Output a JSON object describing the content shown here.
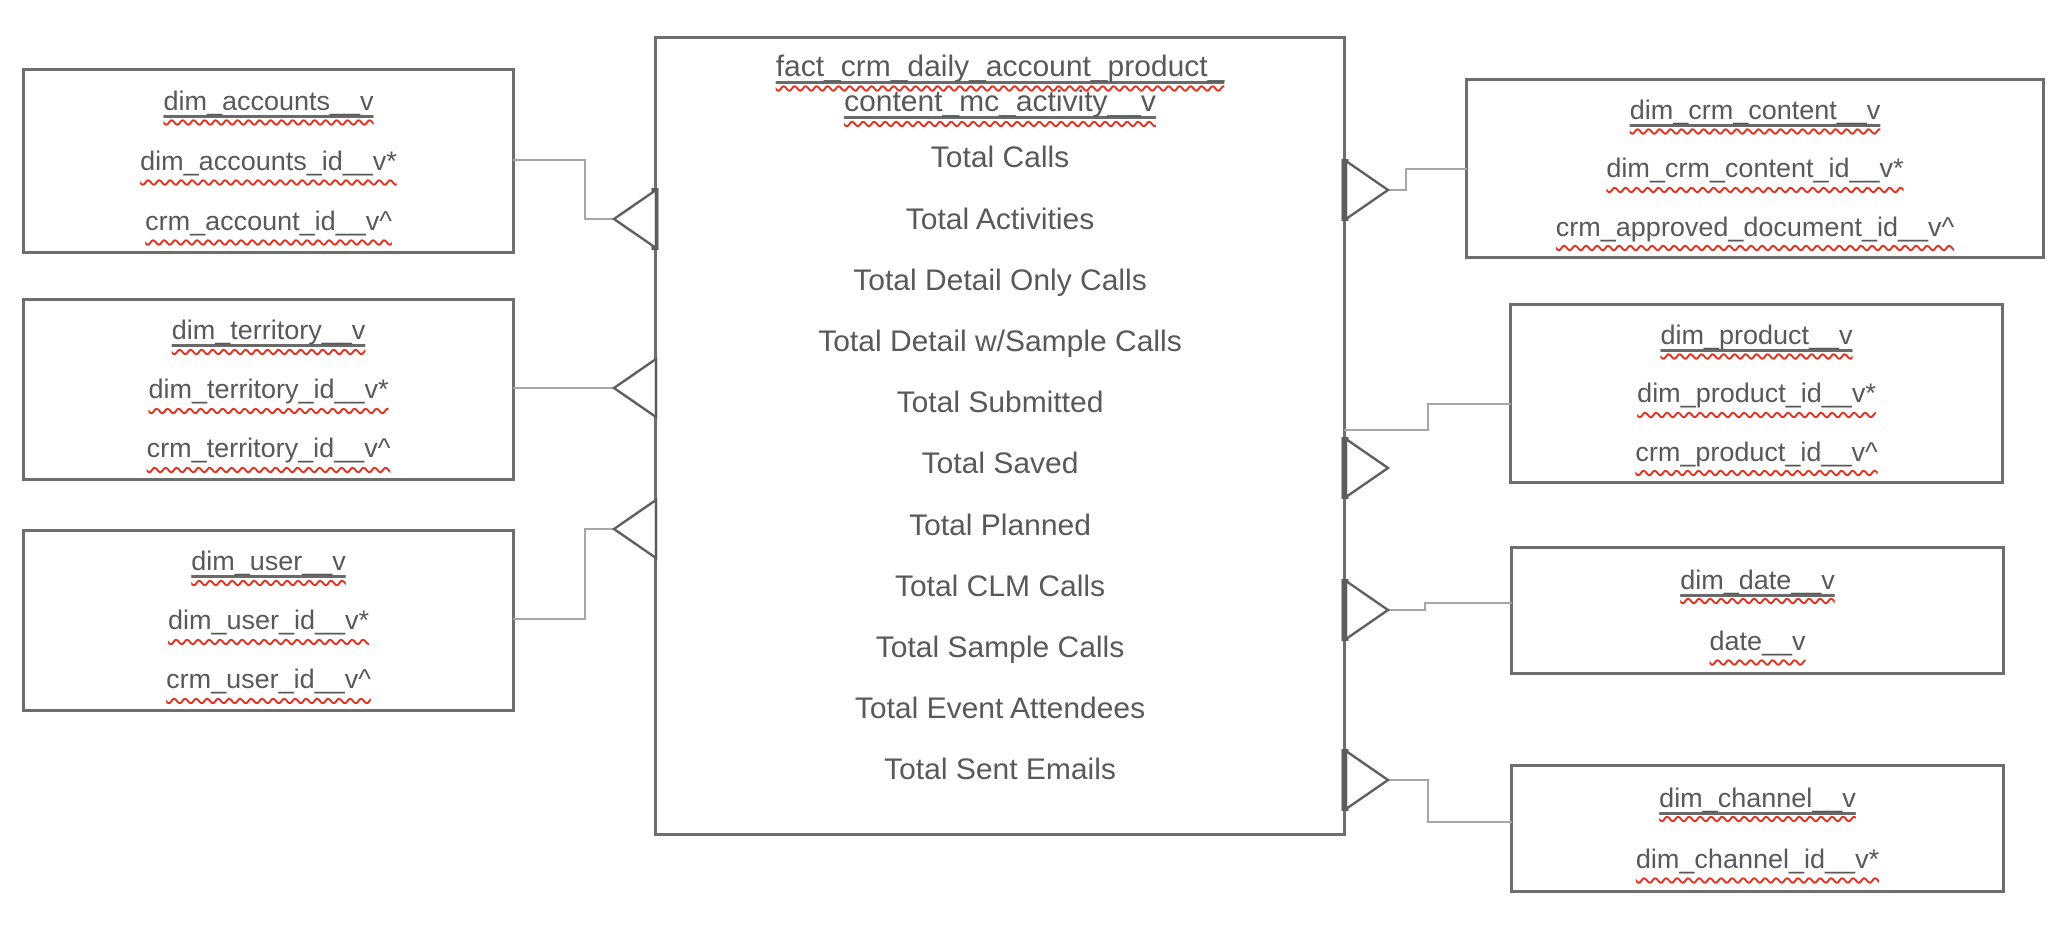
{
  "diagram": {
    "fact_table": {
      "title_line1": "fact_crm_daily_account_product_",
      "title_line2": "content_mc_activity__v",
      "measures": [
        "Total Calls",
        "Total Activities",
        "Total Detail Only Calls",
        "Total Detail w/Sample Calls",
        "Total Submitted",
        "Total Saved",
        "Total Planned",
        "Total CLM Calls",
        "Total Sample Calls",
        "Total Event Attendees",
        "Total Sent Emails"
      ]
    },
    "left_tables": [
      {
        "name": "dim_accounts__v",
        "fields": [
          "dim_accounts_id__v*",
          "crm_account_id__v^"
        ]
      },
      {
        "name": "dim_territory__v",
        "fields": [
          "dim_territory_id__v*",
          "crm_territory_id__v^"
        ]
      },
      {
        "name": "dim_user__v",
        "fields": [
          "dim_user_id__v*",
          "crm_user_id__v^"
        ]
      }
    ],
    "right_tables": [
      {
        "name": "dim_crm_content__v",
        "fields": [
          "dim_crm_content_id__v*",
          "crm_approved_document_id__v^"
        ]
      },
      {
        "name": "dim_product__v",
        "fields": [
          "dim_product_id__v*",
          "crm_product_id__v^"
        ]
      },
      {
        "name": "dim_date__v",
        "fields": [
          "date__v"
        ]
      },
      {
        "name": "dim_channel__v",
        "fields": [
          "dim_channel_id__v*"
        ]
      }
    ],
    "colors": {
      "text": "#595959",
      "box_border": "#6e6e6e",
      "connector": "#a6a6a6",
      "marker": "#5d5d5f",
      "squiggle": "#e0301e"
    }
  }
}
